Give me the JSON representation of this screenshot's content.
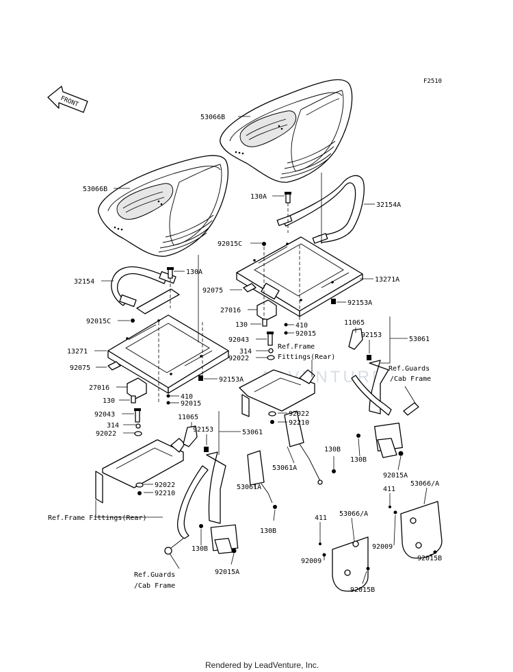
{
  "figure_code": "F2510",
  "front_label": "FRONT",
  "watermark": "ADVENTURE",
  "credit": "Rendered by LeadVenture, Inc.",
  "labels": {
    "seat_right": "53066B",
    "seat_left": "53066B",
    "bolt_130a_right": "130A",
    "bolt_130a_left": "130A",
    "rail_right": "32154A",
    "rail_left": "32154",
    "nut_92015c_right": "92015C",
    "nut_92015c_left": "92015C",
    "base_right": "13271A",
    "base_left": "13271",
    "rubber_right": "92075",
    "rubber_left": "92075",
    "block_right": "27016",
    "block_left": "27016",
    "bolt_130_right": "130",
    "bolt_130_left": "130",
    "bolt_92153a_right": "92153A",
    "bolt_92153a_left": "92153A",
    "washer_410_right": "410",
    "washer_410_left": "410",
    "nut_92015_right": "92015",
    "nut_92015_left": "92015",
    "bolt_92043_right": "92043",
    "bolt_92043_left": "92043",
    "washer_314_right": "314",
    "washer_314_left": "314",
    "collar_92022_right_top": "92022",
    "collar_92022_left_top": "92022",
    "collar_92022_right_bottom": "92022",
    "collar_92022_left_bottom": "92022",
    "nut_92210_right": "92210",
    "nut_92210_left": "92210",
    "ref_frame_right_line1": "Ref.Frame",
    "ref_frame_right_line2": "Fittings(Rear)",
    "ref_frame_left": "Ref.Frame Fittings(Rear)",
    "cover_11065_right": "11065",
    "cover_11065_left": "11065",
    "bolt_92153_right": "92153",
    "bolt_92153_left": "92153",
    "belt_53061_right": "53061",
    "belt_53061_left": "53061",
    "ref_guards_right_line1": "Ref.Guards",
    "ref_guards_right_line2": "/Cab Frame",
    "ref_guards_left_line1": "Ref.Guards",
    "ref_guards_left_line2": "/Cab Frame",
    "buckle_53061a_right": "53061A",
    "buckle_53061a_left": "53061A",
    "bolt_130b_1": "130B",
    "bolt_130b_2": "130B",
    "bolt_130b_3": "130B",
    "bolt_130b_4": "130B",
    "nut_92015a_right": "92015A",
    "nut_92015a_left": "92015A",
    "washer_411_right": "411",
    "washer_411_left": "411",
    "plate_53066_right": "53066/A",
    "plate_53066_left": "53066/A",
    "screw_92009_right": "92009",
    "screw_92009_left": "92009",
    "nut_92015b_right": "92015B",
    "nut_92015b_left": "92015B"
  }
}
